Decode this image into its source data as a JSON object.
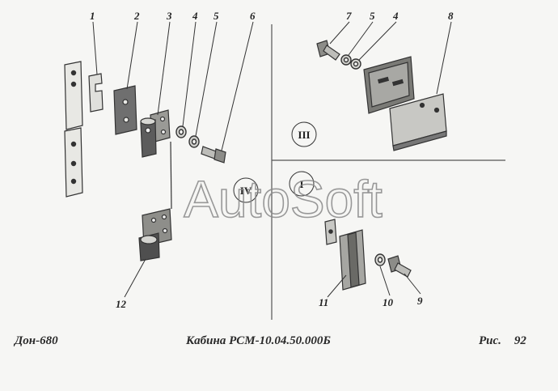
{
  "drawing": {
    "part_numbers": [
      "1",
      "2",
      "3",
      "4",
      "5",
      "6",
      "7",
      "5",
      "4",
      "8",
      "11",
      "10",
      "9",
      "12"
    ],
    "views": [
      "III",
      "IV",
      "I"
    ]
  },
  "watermark": "AutoSoft",
  "footer": {
    "left": "Дон-680",
    "center": "Кабина РСМ-10.04.50.000Б",
    "right_label": "Рис.",
    "right_number": "92"
  }
}
